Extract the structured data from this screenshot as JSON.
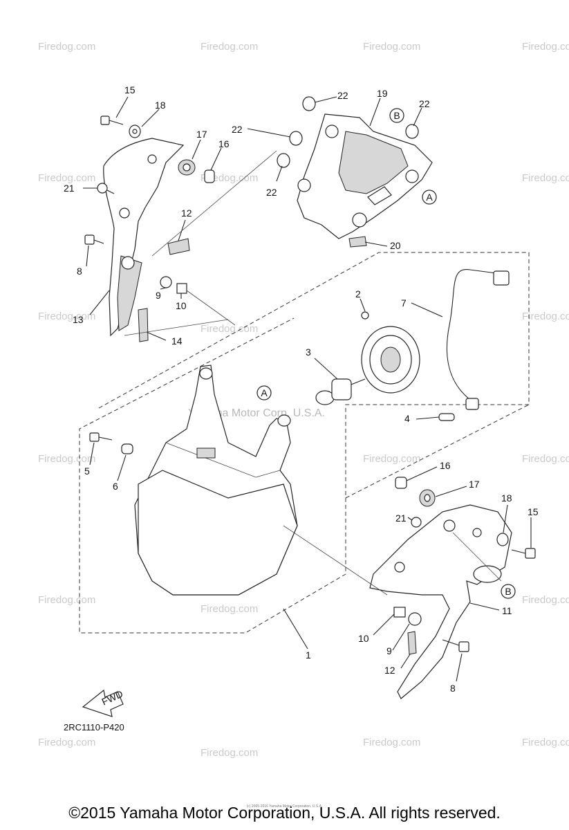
{
  "watermarks": {
    "site": "Firedog.com",
    "corp": "Yamaha Motor Corp, U.S.A."
  },
  "diagram_code": "2RC1110-P420",
  "fwd_label": "FWD",
  "copyright": "©2015 Yamaha Motor Corporation, U.S.A. All rights reserved.",
  "fine_print": "(c) 2005-2016 Yamaha Motor Corporation, U.S.A.",
  "callouts": {
    "p1": "1",
    "p2": "2",
    "p3": "3",
    "p4": "4",
    "p5": "5",
    "p6": "6",
    "p7": "7",
    "p8_left": "8",
    "p8_right": "8",
    "p9_left": "9",
    "p9_right": "9",
    "p10_left": "10",
    "p10_right": "10",
    "p11": "11",
    "p12_left": "12",
    "p12_right": "12",
    "p13": "13",
    "p14": "14",
    "p15_left": "15",
    "p15_right": "15",
    "p16_left": "16",
    "p16_right": "16",
    "p17_left": "17",
    "p17_right": "17",
    "p18_left": "18",
    "p18_right": "18",
    "p19": "19",
    "p20": "20",
    "p21_left": "21",
    "p21_right": "21",
    "p22_a": "22",
    "p22_b": "22",
    "p22_c": "22",
    "p22_d": "22"
  },
  "reference_marks": {
    "a1": "A",
    "a2": "A",
    "b1": "B",
    "b2": "B"
  }
}
